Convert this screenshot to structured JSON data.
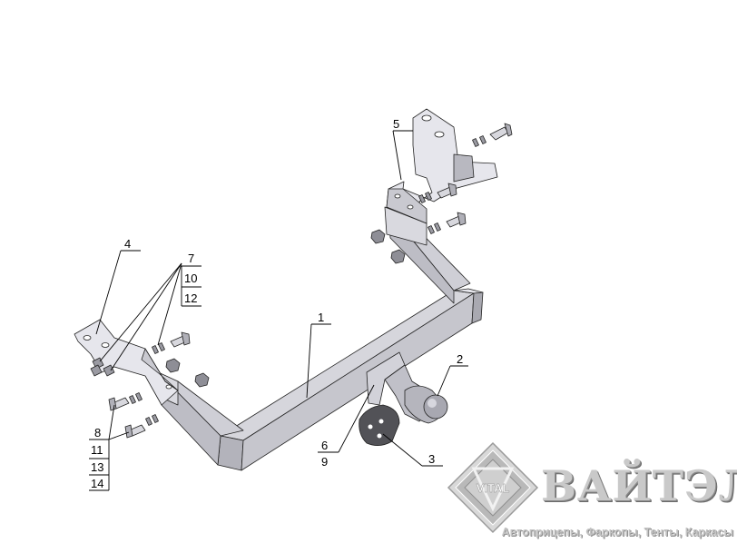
{
  "callouts": {
    "c1": "1",
    "c2": "2",
    "c3": "3",
    "c4": "4",
    "c5": "5",
    "c6": "6",
    "c7": "7",
    "c8": "8",
    "c9": "9",
    "c10": "10",
    "c11": "11",
    "c12": "12",
    "c13": "13",
    "c14": "14"
  },
  "logo": {
    "emblem_text": "VITAL",
    "wordmark": "ВАЙТЭЛ",
    "tagline": "Автоприцепы, Фаркопы, Тенты, Каркасы"
  },
  "colors": {
    "metal_light": "#e2e2e8",
    "metal_mid": "#b9b9c0",
    "metal_dark": "#8f8f98",
    "logo_grey": "#b5b5b5"
  }
}
